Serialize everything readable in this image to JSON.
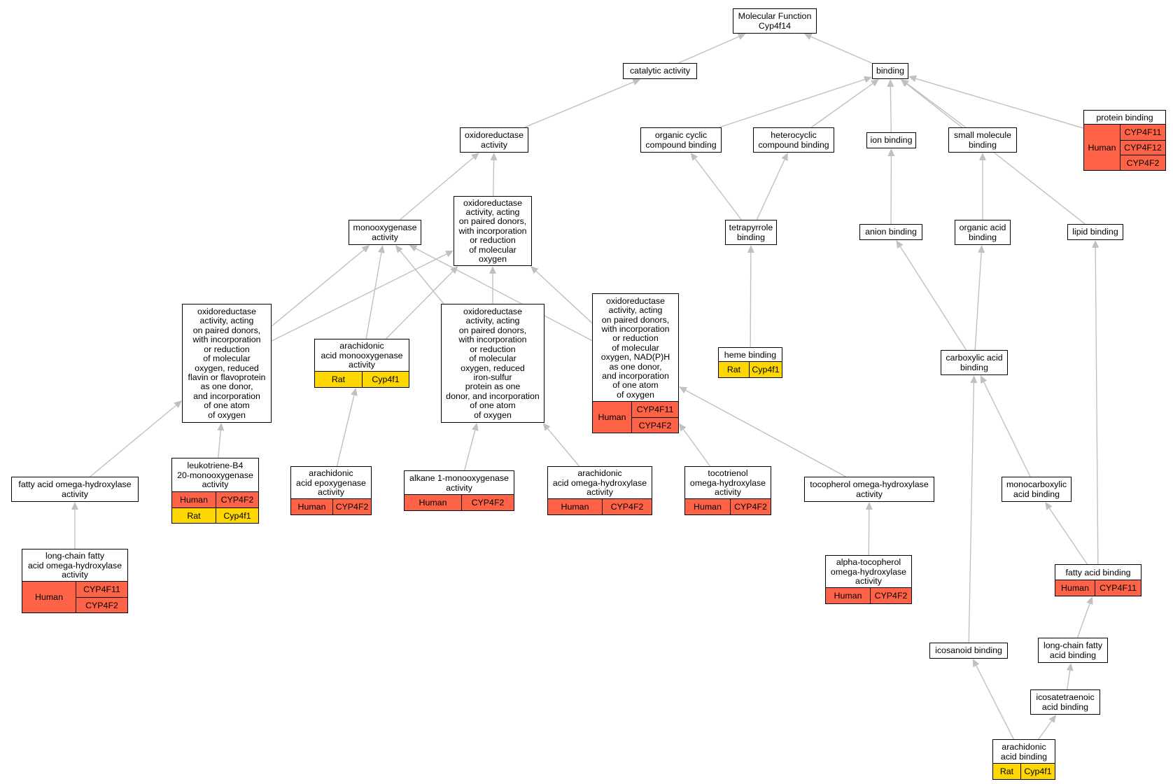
{
  "colors": {
    "Human": "#ff6347",
    "Rat": "#ffd700",
    "edge": "#c0c0c0"
  },
  "nodes": [
    {
      "id": "mf",
      "label": "Molecular Function\nCyp4f14",
      "ann": []
    },
    {
      "id": "cat",
      "label": "catalytic activity",
      "ann": []
    },
    {
      "id": "bind",
      "label": "binding",
      "ann": []
    },
    {
      "id": "oxred",
      "label": "oxidoreductase\nactivity",
      "ann": []
    },
    {
      "id": "orgcyc",
      "label": "organic cyclic\ncompound binding",
      "ann": []
    },
    {
      "id": "hetcyc",
      "label": "heterocyclic\ncompound binding",
      "ann": []
    },
    {
      "id": "ion",
      "label": "ion binding",
      "ann": []
    },
    {
      "id": "smallmol",
      "label": "small molecule\nbinding",
      "ann": []
    },
    {
      "id": "protein",
      "label": "protein binding",
      "ann": [
        {
          "species": "Human",
          "genes": [
            "CYP4F11",
            "CYP4F12",
            "CYP4F2"
          ]
        }
      ]
    },
    {
      "id": "mono",
      "label": "monooxygenase\nactivity",
      "ann": []
    },
    {
      "id": "oxpd",
      "label": "oxidoreductase\nactivity, acting\non paired donors,\nwith incorporation\nor reduction\nof molecular\noxygen",
      "ann": []
    },
    {
      "id": "tetra",
      "label": "tetrapyrrole\nbinding",
      "ann": []
    },
    {
      "id": "anion",
      "label": "anion binding",
      "ann": []
    },
    {
      "id": "orgacid",
      "label": "organic acid\nbinding",
      "ann": []
    },
    {
      "id": "lipid",
      "label": "lipid binding",
      "ann": []
    },
    {
      "id": "oxflavin",
      "label": "oxidoreductase\nactivity, acting\non paired donors,\nwith incorporation\nor reduction\nof molecular\noxygen, reduced\nflavin or flavoprotein\nas one donor,\nand incorporation\nof one atom\nof oxygen",
      "ann": []
    },
    {
      "id": "aamono",
      "label": "arachidonic\nacid monooxygenase\nactivity",
      "ann": [
        {
          "species": "Rat",
          "genes": [
            "Cyp4f1"
          ]
        }
      ]
    },
    {
      "id": "oxfes",
      "label": "oxidoreductase\nactivity, acting\non paired donors,\nwith incorporation\nor reduction\nof molecular\noxygen, reduced\niron-sulfur\nprotein as one\ndonor, and incorporation\nof one atom\nof oxygen",
      "ann": []
    },
    {
      "id": "oxnad",
      "label": "oxidoreductase\nactivity, acting\non paired donors,\nwith incorporation\nor reduction\nof molecular\noxygen, NAD(P)H\nas one donor,\nand incorporation\nof one atom\nof oxygen",
      "ann": [
        {
          "species": "Human",
          "genes": [
            "CYP4F11",
            "CYP4F2"
          ]
        }
      ]
    },
    {
      "id": "heme",
      "label": "heme binding",
      "ann": [
        {
          "species": "Rat",
          "genes": [
            "Cyp4f1"
          ]
        }
      ]
    },
    {
      "id": "carbox",
      "label": "carboxylic acid\nbinding",
      "ann": []
    },
    {
      "id": "faomega",
      "label": "fatty acid omega-hydroxylase\nactivity",
      "ann": []
    },
    {
      "id": "ltb4",
      "label": "leukotriene-B4\n20-monooxygenase\nactivity",
      "ann": [
        {
          "species": "Human",
          "genes": [
            "CYP4F2"
          ]
        },
        {
          "species": "Rat",
          "genes": [
            "Cyp4f1"
          ]
        }
      ]
    },
    {
      "id": "aaepox",
      "label": "arachidonic\nacid epoxygenase\nactivity",
      "ann": [
        {
          "species": "Human",
          "genes": [
            "CYP4F2"
          ]
        }
      ]
    },
    {
      "id": "alkane",
      "label": "alkane 1-monooxygenase\nactivity",
      "ann": [
        {
          "species": "Human",
          "genes": [
            "CYP4F2"
          ]
        }
      ]
    },
    {
      "id": "aaomega",
      "label": "arachidonic\nacid omega-hydroxylase\nactivity",
      "ann": [
        {
          "species": "Human",
          "genes": [
            "CYP4F2"
          ]
        }
      ]
    },
    {
      "id": "tocot",
      "label": "tocotrienol\nomega-hydroxylase\nactivity",
      "ann": [
        {
          "species": "Human",
          "genes": [
            "CYP4F2"
          ]
        }
      ]
    },
    {
      "id": "tocop",
      "label": "tocopherol omega-hydroxylase\nactivity",
      "ann": []
    },
    {
      "id": "monocarb",
      "label": "monocarboxylic\nacid binding",
      "ann": []
    },
    {
      "id": "lcfaomega",
      "label": "long-chain fatty\nacid omega-hydroxylase\nactivity",
      "ann": [
        {
          "species": "Human",
          "genes": [
            "CYP4F11",
            "CYP4F2"
          ]
        }
      ]
    },
    {
      "id": "atoco",
      "label": "alpha-tocopherol\nomega-hydroxylase\nactivity",
      "ann": [
        {
          "species": "Human",
          "genes": [
            "CYP4F2"
          ]
        }
      ]
    },
    {
      "id": "fabind",
      "label": "fatty acid binding",
      "ann": [
        {
          "species": "Human",
          "genes": [
            "CYP4F11"
          ]
        }
      ]
    },
    {
      "id": "lcfabind",
      "label": "long-chain fatty\nacid binding",
      "ann": []
    },
    {
      "id": "icosanoid",
      "label": "icosanoid binding",
      "ann": []
    },
    {
      "id": "icosatet",
      "label": "icosatetraenoic\nacid binding",
      "ann": []
    },
    {
      "id": "aabind",
      "label": "arachidonic\nacid binding",
      "ann": [
        {
          "species": "Rat",
          "genes": [
            "Cyp4f1"
          ]
        }
      ]
    }
  ],
  "edges": [
    [
      "cat",
      "mf"
    ],
    [
      "bind",
      "mf"
    ],
    [
      "oxred",
      "cat"
    ],
    [
      "orgcyc",
      "bind"
    ],
    [
      "hetcyc",
      "bind"
    ],
    [
      "ion",
      "bind"
    ],
    [
      "smallmol",
      "bind"
    ],
    [
      "protein",
      "bind"
    ],
    [
      "lipid",
      "bind"
    ],
    [
      "mono",
      "oxred"
    ],
    [
      "oxpd",
      "oxred"
    ],
    [
      "tetra",
      "orgcyc"
    ],
    [
      "tetra",
      "hetcyc"
    ],
    [
      "anion",
      "ion"
    ],
    [
      "orgacid",
      "smallmol"
    ],
    [
      "oxflavin",
      "mono"
    ],
    [
      "oxflavin",
      "oxpd"
    ],
    [
      "aamono",
      "mono"
    ],
    [
      "aamono",
      "oxpd"
    ],
    [
      "oxfes",
      "mono"
    ],
    [
      "oxfes",
      "oxpd"
    ],
    [
      "oxnad",
      "mono"
    ],
    [
      "oxnad",
      "oxpd"
    ],
    [
      "heme",
      "tetra"
    ],
    [
      "carbox",
      "anion"
    ],
    [
      "carbox",
      "orgacid"
    ],
    [
      "faomega",
      "oxflavin"
    ],
    [
      "ltb4",
      "oxflavin"
    ],
    [
      "aaepox",
      "aamono"
    ],
    [
      "alkane",
      "oxfes"
    ],
    [
      "aaomega",
      "oxfes"
    ],
    [
      "tocot",
      "oxnad"
    ],
    [
      "tocop",
      "oxnad"
    ],
    [
      "monocarb",
      "carbox"
    ],
    [
      "lcfaomega",
      "faomega"
    ],
    [
      "atoco",
      "tocop"
    ],
    [
      "fabind",
      "monocarb"
    ],
    [
      "fabind",
      "lipid"
    ],
    [
      "lcfabind",
      "fabind"
    ],
    [
      "icosanoid",
      "carbox"
    ],
    [
      "icosatet",
      "lcfabind"
    ],
    [
      "aabind",
      "icosanoid"
    ],
    [
      "aabind",
      "icosatet"
    ]
  ]
}
